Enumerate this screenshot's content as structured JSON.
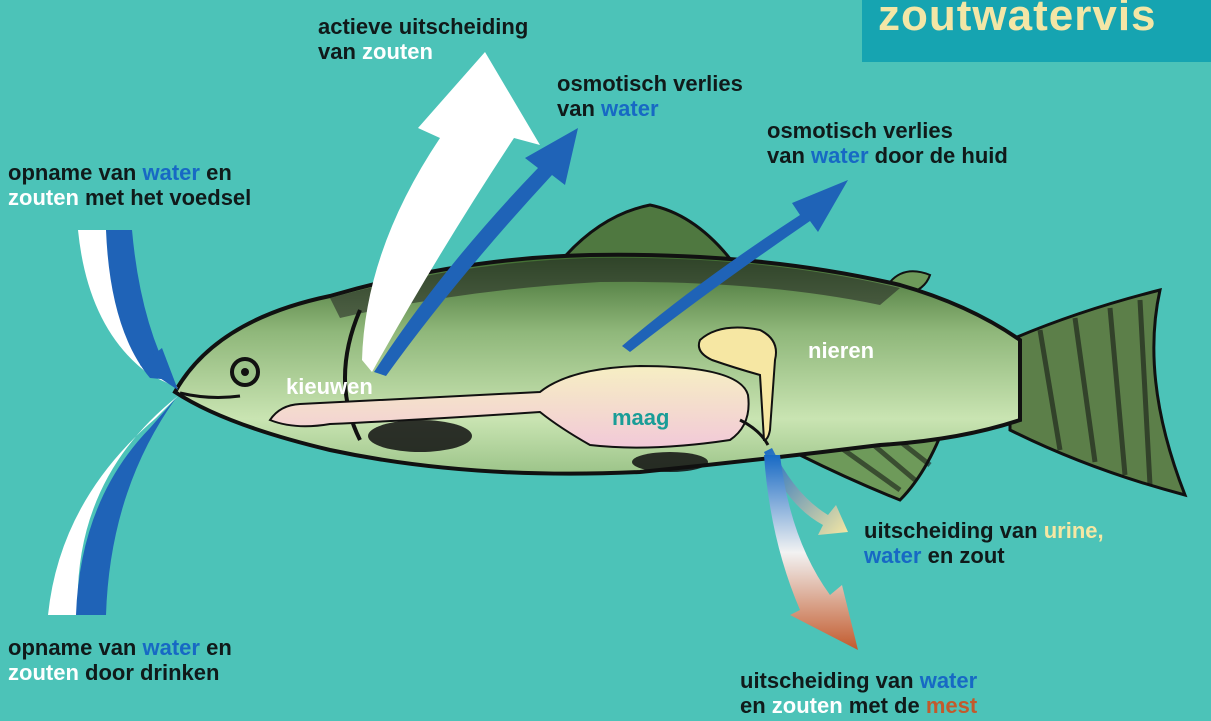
{
  "title": "zoutwatervis",
  "labels": {
    "active_excretion": {
      "line1": "actieve uitscheiding",
      "line2_a": "van ",
      "line2_b": "zouten"
    },
    "osmotic_loss": {
      "line1": "osmotisch verlies",
      "line2_a": "van ",
      "line2_b": "water"
    },
    "osmotic_loss_skin": {
      "line1": "osmotisch verlies",
      "line2_a": "van ",
      "line2_b": "water",
      "line2_c": " door de huid"
    },
    "intake_food": {
      "line1_a": "opname van ",
      "line1_b": "water",
      "line1_c": " en",
      "line2_a": "zouten",
      "line2_b": " met het voedsel"
    },
    "intake_drinking": {
      "line1_a": "opname van ",
      "line1_b": "water",
      "line1_c": " en",
      "line2_a": "zouten",
      "line2_b": " door drinken"
    },
    "excretion_urine": {
      "line1_a": "uitscheiding van ",
      "line1_b": "urine,",
      "line2_a": "water",
      "line2_b": " en zout"
    },
    "excretion_feces": {
      "line1_a": "uitscheiding van ",
      "line1_b": "water",
      "line2_a": "en ",
      "line2_b": "zouten",
      "line2_c": " met de ",
      "line2_d": "mest"
    }
  },
  "organs": {
    "gills": "kieuwen",
    "stomach": "maag",
    "kidneys": "nieren"
  },
  "colors": {
    "background": "#4cc3b8",
    "title_box": "#16a4b1",
    "title_text": "#f3e6a6",
    "water": "#1769c4",
    "salts": "#ffffff",
    "urine": "#f6e7a3",
    "feces": "#c25a2c"
  }
}
